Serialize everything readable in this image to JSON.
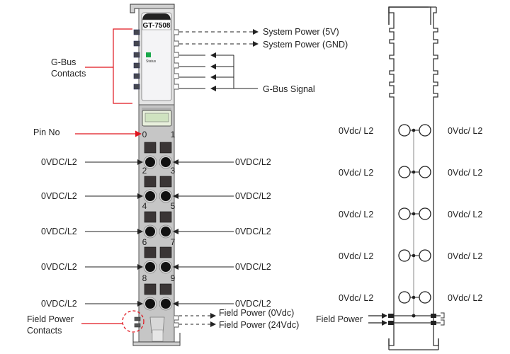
{
  "module": {
    "model": "GT-7508",
    "status_label": "Status",
    "status_color": "#19a84a",
    "body_color": "#c8c8c8",
    "contact_color": "#3c4150"
  },
  "left_annotations": {
    "gbus_contacts": [
      "G-Bus",
      "Contacts"
    ],
    "pin_no": "Pin No",
    "field_power_contacts": [
      "Field Power",
      "Contacts"
    ],
    "accent_color": "#e0161f"
  },
  "right_annotations": {
    "system_power_5v": "System Power (5V)",
    "system_power_gnd": "System Power (GND)",
    "gbus_signal": "G-Bus Signal",
    "field_power_0v": "Field Power (0Vdc)",
    "field_power_24v": "Field Power (24Vdc)"
  },
  "pins": {
    "numbers": [
      "0",
      "1",
      "2",
      "3",
      "4",
      "5",
      "6",
      "7",
      "8",
      "9"
    ],
    "left_labels": [
      "0VDC/L2",
      "0VDC/L2",
      "0VDC/L2",
      "0VDC/L2",
      "0VDC/L2"
    ],
    "right_labels": [
      "0VDC/L2",
      "0VDC/L2",
      "0VDC/L2",
      "0VDC/L2",
      "0VDC/L2"
    ]
  },
  "schematic": {
    "left_labels": [
      "0Vdc/ L2",
      "0Vdc/ L2",
      "0Vdc/ L2",
      "0Vdc/ L2",
      "0Vdc/ L2"
    ],
    "right_labels": [
      "0Vdc/ L2",
      "0Vdc/ L2",
      "0Vdc/ L2",
      "0Vdc/ L2",
      "0Vdc/ L2"
    ],
    "field_power_label": "Field Power"
  }
}
